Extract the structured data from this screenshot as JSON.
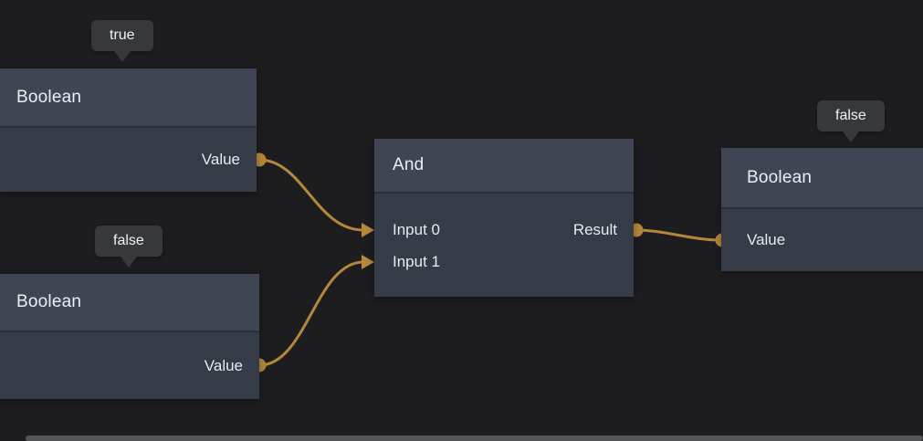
{
  "colors": {
    "background": "#1d1d20",
    "node_header": "#3f4553",
    "node_body": "#353b47",
    "node_divider": "#2b2f38",
    "tooltip_bg": "#36383c",
    "text": "#eceff3",
    "wire": "#b5873c",
    "scrollbar": "#54565a"
  },
  "nodes": {
    "bool_top": {
      "title": "Boolean",
      "value_badge": "true",
      "ports": {
        "output": "Value"
      }
    },
    "bool_bottom": {
      "title": "Boolean",
      "value_badge": "false",
      "ports": {
        "output": "Value"
      }
    },
    "and": {
      "title": "And",
      "ports": {
        "input0": "Input 0",
        "input1": "Input 1",
        "output": "Result"
      }
    },
    "bool_result": {
      "title": "Boolean",
      "value_badge": "false",
      "ports": {
        "input": "Value"
      }
    }
  }
}
